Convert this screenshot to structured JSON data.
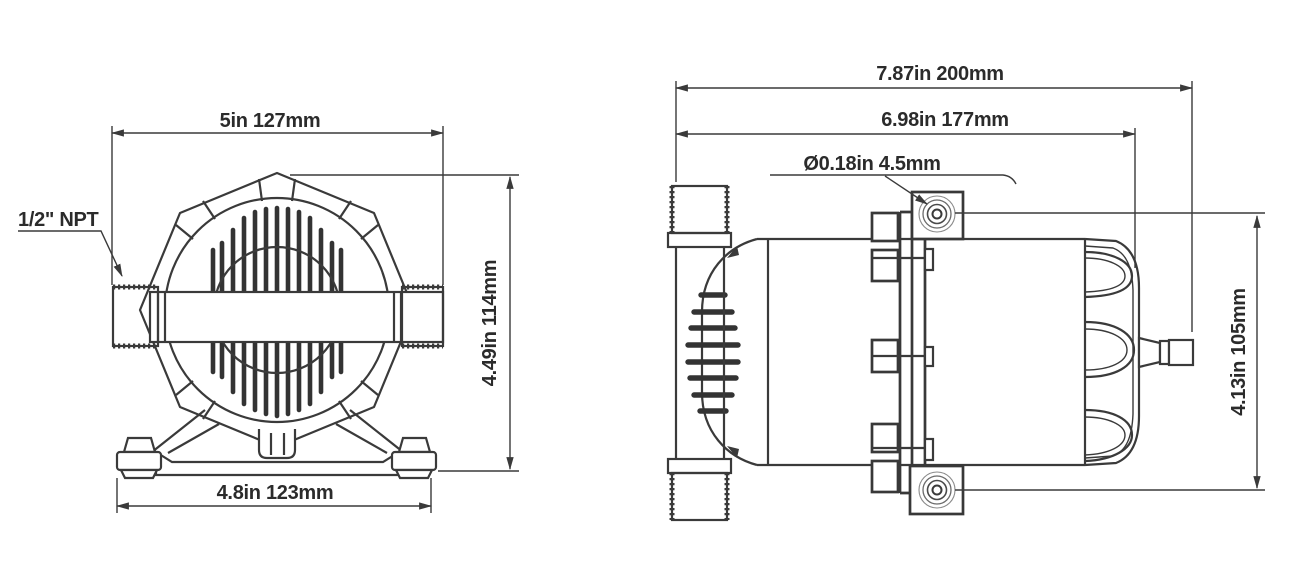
{
  "drawing": {
    "type": "technical-dimension-diagram",
    "colors": {
      "background": "#ffffff",
      "line": "#3a3a3a",
      "text": "#2b2b2b",
      "thread_fill": "#999999",
      "thread_hatch": "#454545"
    },
    "front_view": {
      "top_width_label": "5in 127mm",
      "port_label": "1/2\" NPT",
      "height_label": "4.49in 114mm",
      "base_width_label": "4.8in 123mm"
    },
    "side_view": {
      "overall_length_label": "7.87in 200mm",
      "body_length_label": "6.98in 177mm",
      "hole_diameter_label": "Ø0.18in 4.5mm",
      "height_label": "4.13in 105mm"
    }
  }
}
